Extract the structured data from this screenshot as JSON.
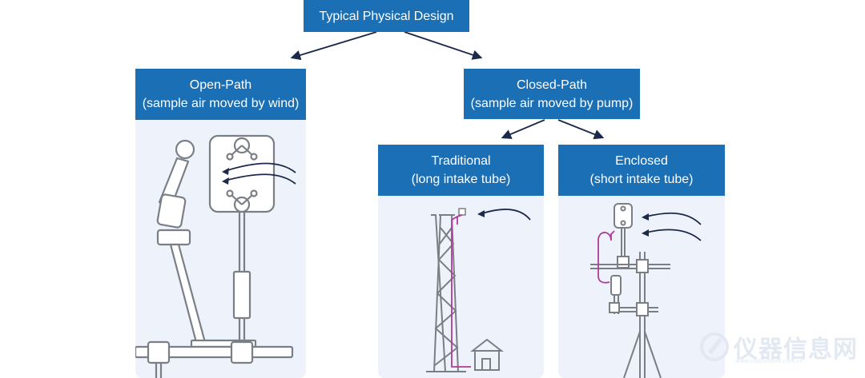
{
  "root": {
    "label": "Typical Physical Design"
  },
  "open_path": {
    "title": "Open-Path",
    "subtitle": "(sample air moved by wind)"
  },
  "closed_path": {
    "title": "Closed-Path",
    "subtitle": "(sample air moved by pump)"
  },
  "traditional": {
    "title": "Traditional",
    "subtitle": "(long intake tube)"
  },
  "enclosed": {
    "title": "Enclosed",
    "subtitle": "(short intake tube)"
  },
  "watermark": {
    "text": "仪器信息网",
    "sub": "www.instrument.com.cn"
  },
  "colors": {
    "box_blue": "#1a6fb5",
    "panel_bg": "#eef2fa",
    "arrow_navy": "#1b2a4a",
    "line_gray": "#7a7f86",
    "tube_magenta": "#b23a9a"
  }
}
